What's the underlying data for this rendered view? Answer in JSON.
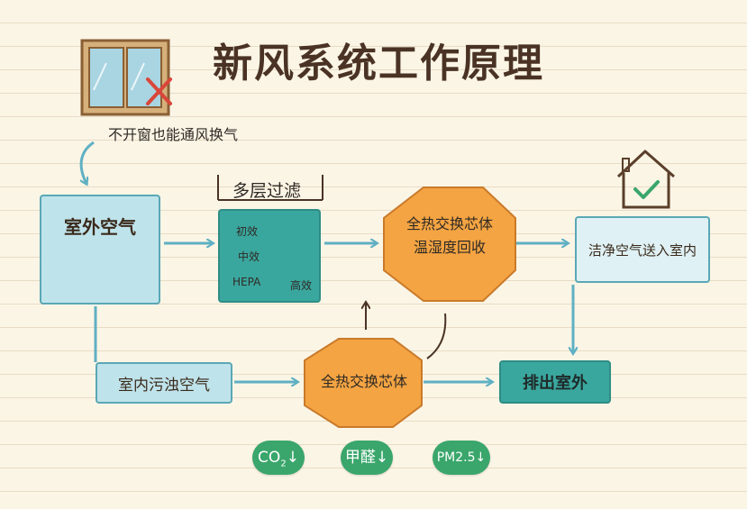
{
  "title": "新风系统工作原理",
  "window_note": "不开窗也能通风换气",
  "outdoor_air": "室外空气",
  "filter": {
    "header": "多层过滤",
    "layers": [
      "初效",
      "中效",
      "HEPA",
      "高效"
    ]
  },
  "exchanger_top": {
    "line1": "全热交换芯体",
    "line2": "温湿度回收"
  },
  "clean_air": "洁净空气送入室内",
  "indoor_air": "室内污浊空气",
  "exchanger_bottom": "全热交换芯体",
  "exhaust": "排出室外",
  "badges": [
    {
      "label": "CO",
      "sub": "2",
      "arrow": "↓"
    },
    {
      "label": "甲醛",
      "sub": "",
      "arrow": "↓"
    },
    {
      "label": "PM2.5",
      "sub": "",
      "arrow": "↓"
    }
  ],
  "colors": {
    "flow_arrow": "#5fb0c3",
    "box_blue": "#bfe3ea",
    "box_teal": "#3aa79e",
    "octagon": "#f4a442",
    "badge_green": "#3aa66b",
    "cross_red": "#d9463a"
  },
  "icons": [
    "window-icon",
    "red-cross-icon",
    "house-icon",
    "checkmark-icon",
    "dust-icon",
    "smoke-icon",
    "noise-icon",
    "pollutant-icon"
  ]
}
